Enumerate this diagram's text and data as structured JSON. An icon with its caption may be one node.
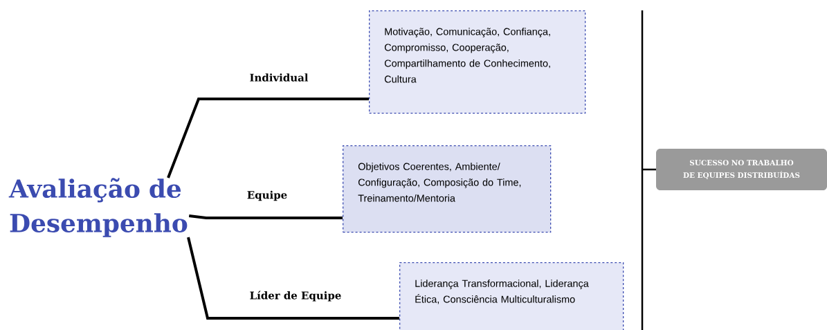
{
  "diagram": {
    "nodes": [
      {
        "text": [
          "Avaliação de Desempenho"
        ]
      },
      {
        "text": [
          "Motivação, Comunicação, Confiança, Compromisso, Cooperação, Compartilhamento de Conhecimento, Cultura"
        ]
      },
      {
        "text": [
          "Objetivos Coerentes, Ambiente/ Configuração, Composição do Time, Treinamento/Mentoria"
        ]
      },
      {
        "text": [
          "Liderança Transformacional, Liderança Ética, Consciência Multiculturalismo"
        ]
      },
      {
        "text": [
          "SUCESSO NO TRABALHO DE EQUIPES DISTRIBUÍDAS"
        ]
      }
    ],
    "edges": [
      {
        "from": 0,
        "to": 1,
        "arrow": "none",
        "label": "Individual"
      },
      {
        "from": 0,
        "to": 2,
        "arrow": "none",
        "label": "Equipe"
      },
      {
        "from": 0,
        "to": 3,
        "arrow": "none",
        "label": "Líder de Equipe"
      }
    ]
  }
}
